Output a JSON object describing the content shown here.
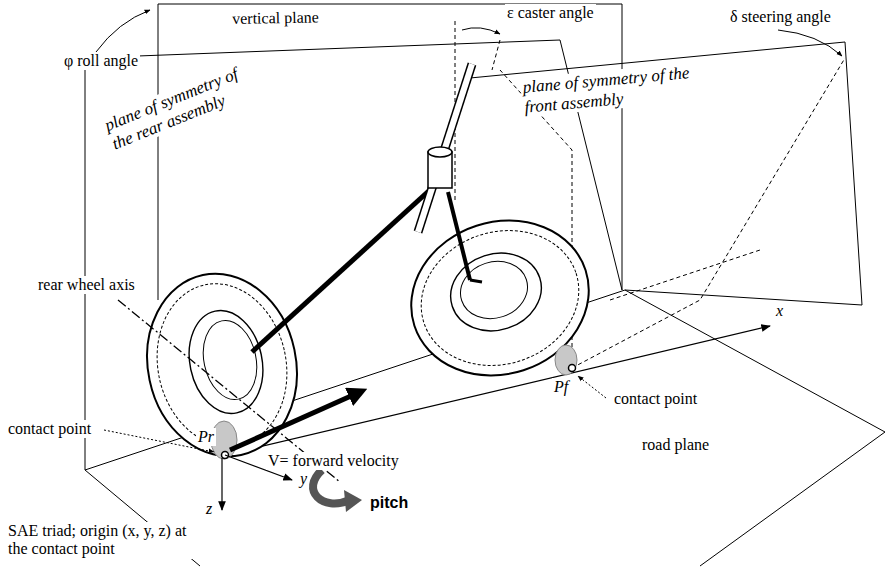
{
  "diagram": {
    "labels": [
      "vertical plane",
      "ε caster angle",
      "δ steering angle",
      "φ roll angle",
      "plane of symmetry of the rear assembly",
      "plane of symmetry of the front assembly",
      "rear wheel axis",
      "x",
      "Pr",
      "Pf",
      "contact point",
      "contact point",
      "V= forward velocity",
      "pitch",
      "y",
      "z",
      "SAE triad; origin (x, y, z) at the contact point",
      "road plane"
    ]
  }
}
